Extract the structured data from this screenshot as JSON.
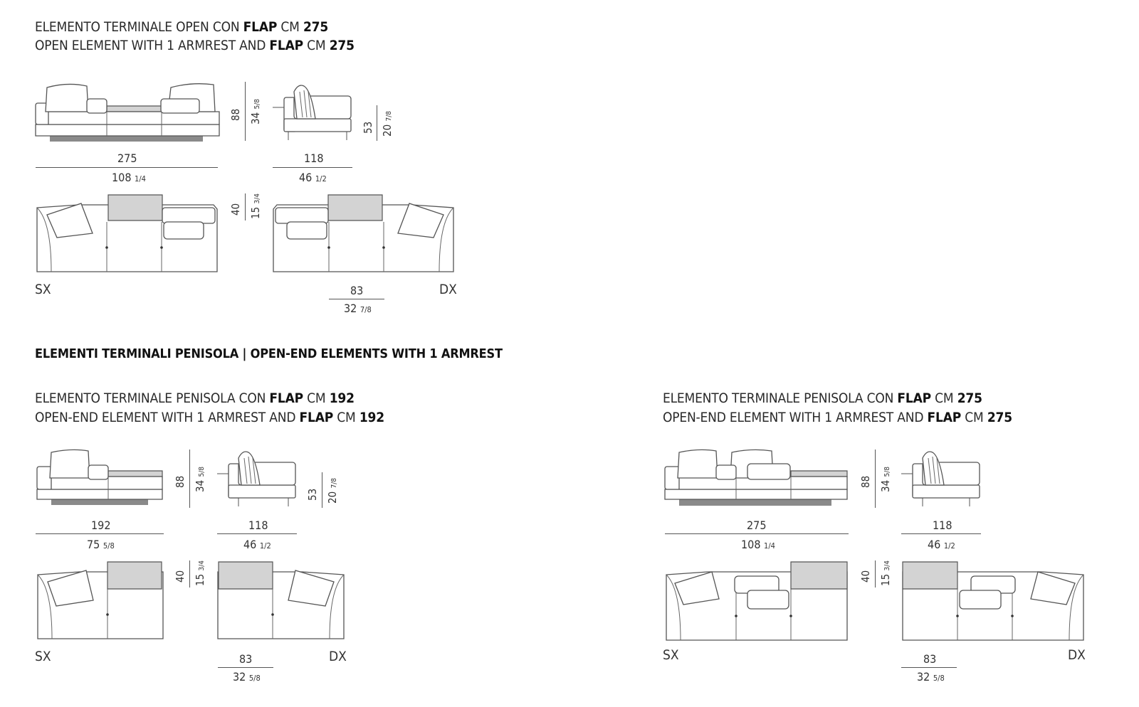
{
  "blocks": [
    {
      "title_it": {
        "pre": "ELEMENTO TERMINALE OPEN CON ",
        "flap": "FLAP",
        "cm": " CM ",
        "size": "275"
      },
      "title_en": {
        "pre": "OPEN ELEMENT WITH 1 ARMREST AND ",
        "flap": "FLAP",
        "cm": " CM ",
        "size": "275"
      },
      "width_cm": "275",
      "width_in": "108",
      "width_in_frac": "1/4",
      "height_cm": "88",
      "height_in": "34",
      "height_in_frac": "5/8",
      "depth_cm": "118",
      "depth_in": "46",
      "depth_in_frac": "1/2",
      "seat_cm": "53",
      "seat_in": "20",
      "seat_in_frac": "7/8",
      "plan_cm": "40",
      "plan_in": "15",
      "plan_in_frac": "3/4",
      "module_cm": "83",
      "module_in": "32",
      "module_in_frac": "7/8",
      "left": "SX",
      "right": "DX"
    },
    {
      "title_it": {
        "pre": "ELEMENTO TERMINALE PENISOLA CON ",
        "flap": "FLAP",
        "cm": " CM ",
        "size": "192"
      },
      "title_en": {
        "pre": "OPEN-END ELEMENT WITH 1 ARMREST AND ",
        "flap": "FLAP",
        "cm": " CM ",
        "size": "192"
      },
      "width_cm": "192",
      "width_in": "75",
      "width_in_frac": "5/8",
      "height_cm": "88",
      "height_in": "34",
      "height_in_frac": "5/8",
      "depth_cm": "118",
      "depth_in": "46",
      "depth_in_frac": "1/2",
      "seat_cm": "53",
      "seat_in": "20",
      "seat_in_frac": "7/8",
      "plan_cm": "40",
      "plan_in": "15",
      "plan_in_frac": "3/4",
      "module_cm": "83",
      "module_in": "32",
      "module_in_frac": "5/8",
      "left": "SX",
      "right": "DX"
    },
    {
      "title_it": {
        "pre": "ELEMENTO TERMINALE PENISOLA CON ",
        "flap": "FLAP",
        "cm": " CM ",
        "size": "275"
      },
      "title_en": {
        "pre": "OPEN-END ELEMENT WITH 1 ARMREST AND ",
        "flap": "FLAP",
        "cm": " CM ",
        "size": "275"
      },
      "width_cm": "275",
      "width_in": "108",
      "width_in_frac": "1/4",
      "height_cm": "88",
      "height_in": "34",
      "height_in_frac": "5/8",
      "depth_cm": "118",
      "depth_in": "46",
      "depth_in_frac": "1/2",
      "plan_cm": "40",
      "plan_in": "15",
      "plan_in_frac": "3/4",
      "module_cm": "83",
      "module_in": "32",
      "module_in_frac": "5/8",
      "left": "SX",
      "right": "DX"
    }
  ],
  "section_title": "ELEMENTI TERMINALI PENISOLA | OPEN-END ELEMENTS WITH 1 ARMREST"
}
